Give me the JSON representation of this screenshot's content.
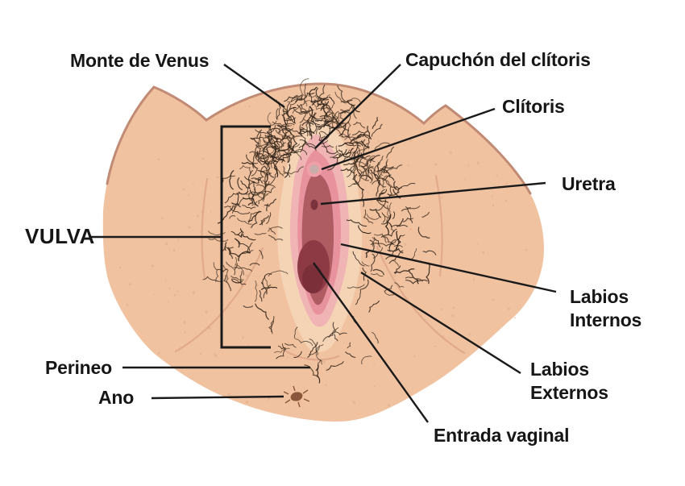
{
  "labels": {
    "monte": "Monte de Venus",
    "capuchon": "Capuchón del clítoris",
    "clitoris": "Clítoris",
    "uretra": "Uretra",
    "vulva": "VULVA",
    "labios_internos": "Labios Internos",
    "labios_externos": "Labios Externos",
    "perineo": "Perineo",
    "ano": "Ano",
    "entrada": "Entrada vaginal"
  },
  "colors": {
    "skin": "#f1c2a0",
    "outline": "#c18a74",
    "tan": "#f5d4b6",
    "pink_light": "#f1b4b4",
    "pink_mid": "#e8929e",
    "vestibule": "#ae5b61",
    "opening": "#8d3a44",
    "opening_core": "#7b2f39",
    "glans_fill": "#c8aeab",
    "glans_ring": "#efa0a8",
    "urethra": "#7b323c",
    "hair": "#32251a",
    "hair_light": "#594430",
    "crease": "#dba286",
    "speckle": "#d69c7a",
    "line": "#1a1a1a",
    "text": "#161616",
    "anus": "#8b573c"
  }
}
